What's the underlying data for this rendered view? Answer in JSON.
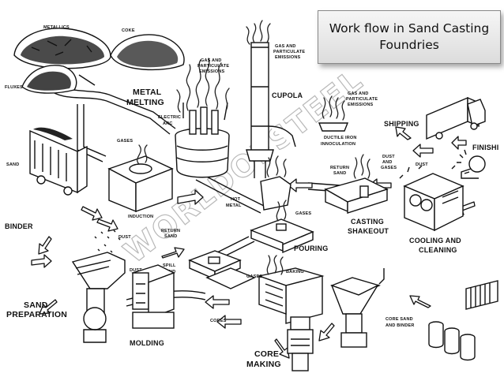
{
  "title": "Work flow in Sand Casting Foundries",
  "watermark": "WORLDOFSTEEL",
  "labels": {
    "metallics": "METALLICS",
    "coke": "COKE",
    "fluxes": "FLUXES",
    "metal_melting_1": "METAL",
    "metal_melting_2": "MELTING",
    "gas_emissions_1": "GAS AND",
    "gas_emissions_2": "PARTICULATE",
    "gas_emissions_3": "EMISSIONS",
    "cupola": "CUPOLA",
    "electric_arc_1": "ELECTRIC",
    "electric_arc_2": "ARC",
    "gases": "GASES",
    "sand": "SAND",
    "induction": "INDUCTION",
    "hot_metal_1": "HOT",
    "hot_metal_2": "METAL",
    "ductile_1": "DUCTILE IRON",
    "ductile_2": "INNOCULATION",
    "shipping": "SHIPPING",
    "finishing": "FINISHI",
    "return_sand_1": "RETURN",
    "return_sand_2": "SAND",
    "dust_gases_1": "DUST",
    "dust_gases_2": "AND",
    "dust_gases_3": "GASES",
    "dust": "DUST",
    "casting_shakeout_1": "CASTING",
    "casting_shakeout_2": "SHAKEOUT",
    "cooling_cleaning_1": "COOLING AND",
    "cooling_cleaning_2": "CLEANING",
    "binder": "BINDER",
    "pouring": "POURING",
    "spill_sand_1": "SPILL",
    "spill_sand_2": "SAND",
    "sand_preparation_1": "SAND",
    "sand_preparation_2": "PREPARATION",
    "baking": "BAKING",
    "cores": "CORES",
    "core_sand_binder_1": "CORE SAND",
    "core_sand_binder_2": "AND BINDER",
    "molding": "MOLDING",
    "core_making_1": "CORE",
    "core_making_2": "MAKING"
  }
}
